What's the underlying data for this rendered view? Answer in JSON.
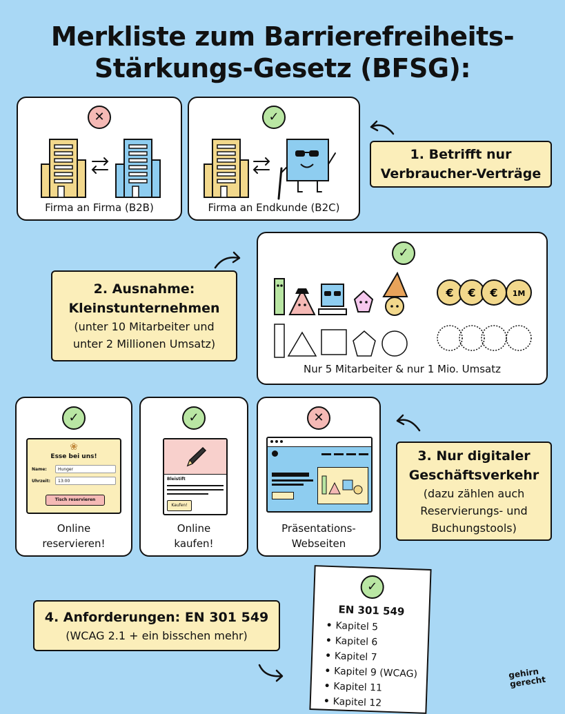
{
  "title": {
    "line1": "Merkliste zum Barrierefreiheits-",
    "line2": "Stärkungs-Gesetz (BFSG):"
  },
  "colors": {
    "background": "#a9d8f5",
    "note": "#fbeeba",
    "check_green": "#b9e6a3",
    "cross_red": "#f5b9b5",
    "building_yellow": "#f2d88c",
    "building_blue": "#8ecdf0"
  },
  "icons": {
    "check": "✓",
    "cross": "✕"
  },
  "section1": {
    "b2b_caption": "Firma an Firma (B2B)",
    "b2c_caption": "Firma an Endkunde (B2C)",
    "note_line1": "1. Betrifft nur",
    "note_line2": "Verbraucher-Verträge"
  },
  "section2": {
    "note_title1": "2. Ausnahme:",
    "note_title2": "Kleinstunternehmen",
    "note_sub1": "(unter 10 Mitarbeiter und",
    "note_sub2": "unter 2 Millionen Umsatz)",
    "coin_symbol": "€",
    "coin_label": "1M",
    "caption": "Nur 5 Mitarbeiter & nur 1 Mio. Umsatz"
  },
  "section3": {
    "reserve": {
      "form_title": "Esse bei uns!",
      "name_label": "Name:",
      "name_value": "Hunger",
      "time_label": "Uhrzeit:",
      "time_value": "13:00",
      "button": "Tisch reservieren",
      "caption_line1": "Online",
      "caption_line2": "reservieren!"
    },
    "shop": {
      "product": "Bleistift",
      "button": "Kaufen!",
      "caption_line1": "Online",
      "caption_line2": "kaufen!"
    },
    "presentation": {
      "caption_line1": "Präsentations-",
      "caption_line2": "Webseiten"
    },
    "note_title1": "3. Nur digitaler",
    "note_title2": "Geschäftsverkehr",
    "note_sub1": "(dazu zählen auch",
    "note_sub2": "Reservierungs- und",
    "note_sub3": "Buchungstools)"
  },
  "section4": {
    "note_title": "4. Anforderungen: EN 301 549",
    "note_sub": "(WCAG 2.1 + ein bisschen mehr)",
    "doc_title": "EN 301 549",
    "chapters": [
      "Kapitel 5",
      "Kapitel 6",
      "Kapitel 7",
      "Kapitel 9 (WCAG)",
      "Kapitel 11",
      "Kapitel 12"
    ]
  },
  "logo": {
    "line1": "gehirn",
    "line2": "gerecht"
  }
}
